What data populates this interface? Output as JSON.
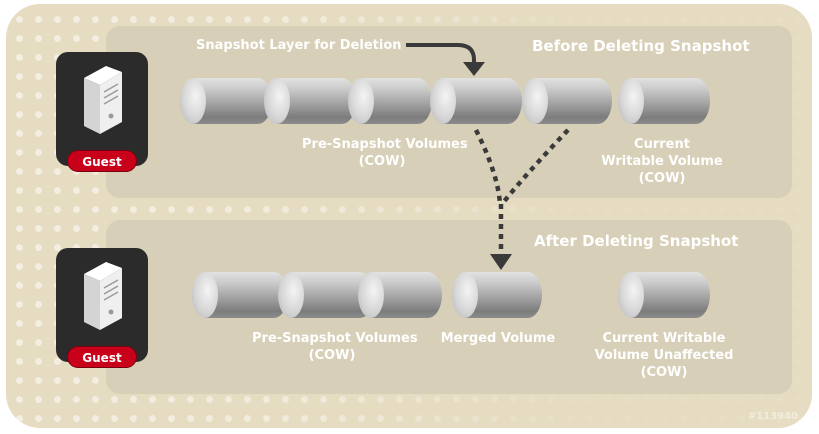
{
  "top": {
    "title": "Before Deleting Snapshot",
    "snapshot_callout": "Snapshot Layer for Deletion",
    "pre_label_1": "Pre-Snapshot Volumes",
    "pre_label_2": "(COW)",
    "current_label_1": "Current",
    "current_label_2": "Writable Volume",
    "current_label_3": "(COW)"
  },
  "bottom": {
    "title": "After Deleting Snapshot",
    "pre_label_1": "Pre-Snapshot Volumes",
    "pre_label_2": "(COW)",
    "merged_label": "Merged Volume",
    "current_label_1": "Current Writable",
    "current_label_2": "Volume Unaffected",
    "current_label_3": "(COW)"
  },
  "guest_label": "Guest",
  "watermark": "#113940",
  "colors": {
    "badge": "#c8001a",
    "arrow": "#3a3a3a",
    "panel": "#d7cfb7",
    "background": "#e6dcc2"
  },
  "icons": [
    "server-icon",
    "arrow-icon",
    "dotted-merge-arrow-icon"
  ]
}
